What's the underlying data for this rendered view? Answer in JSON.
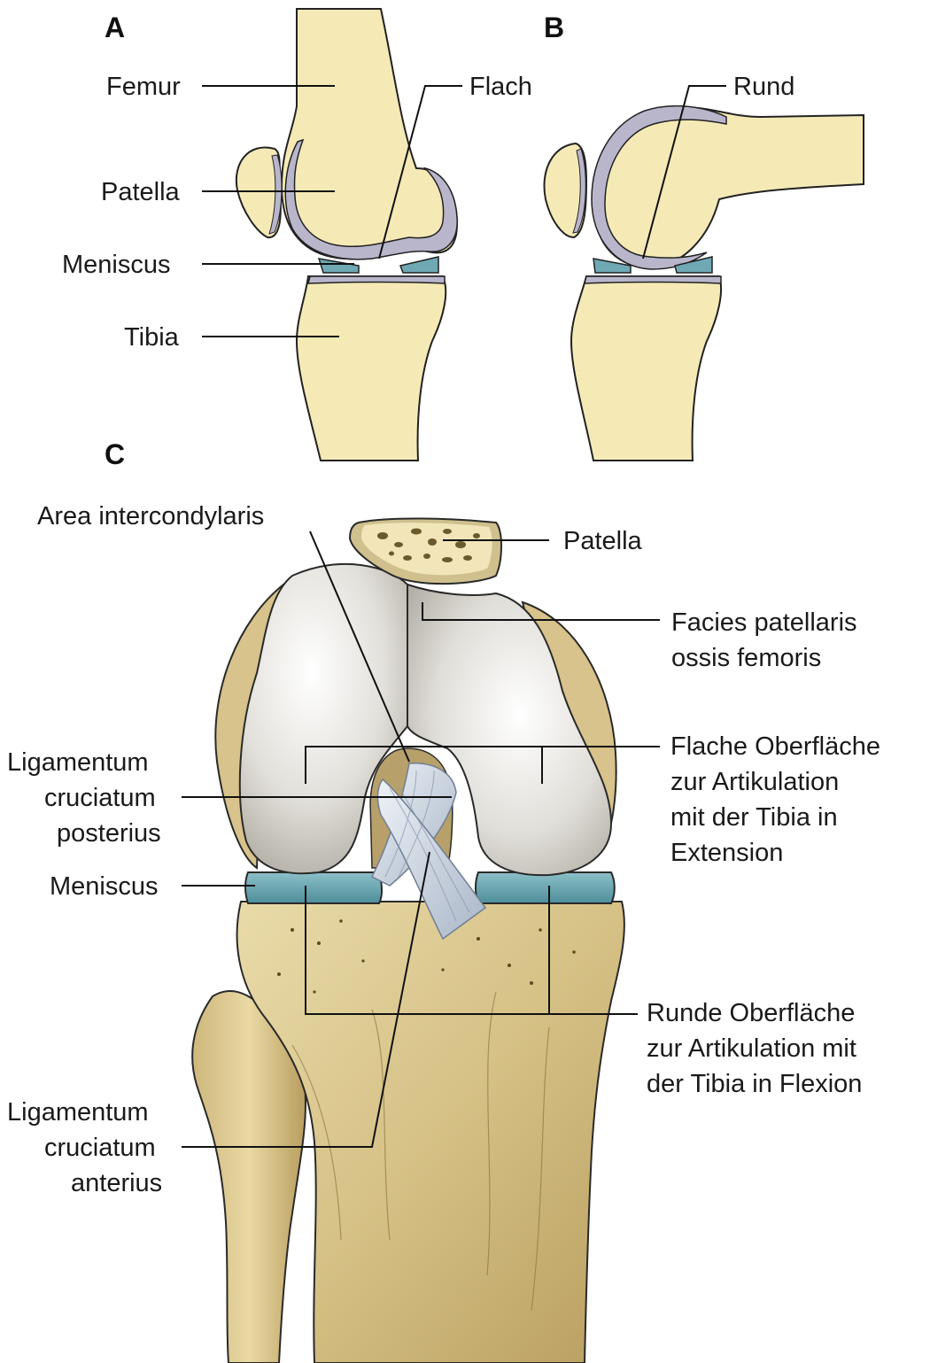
{
  "panels": {
    "a": "A",
    "b": "B",
    "c": "C"
  },
  "panel_a": {
    "femur": "Femur",
    "patella": "Patella",
    "meniscus": "Meniscus",
    "tibia": "Tibia",
    "flat": "Flach"
  },
  "panel_b": {
    "round": "Rund"
  },
  "panel_c": {
    "area_intercondylaris": "Area intercondylaris",
    "patella": "Patella",
    "facies": [
      "Facies patellaris",
      "ossis femoris"
    ],
    "lig_posterius": [
      "Ligamentum",
      "cruciatum",
      "posterius"
    ],
    "flat_surface": [
      "Flache Oberfläche",
      "zur Artikulation",
      "mit der Tibia in",
      "Extension"
    ],
    "meniscus": "Meniscus",
    "round_surface": [
      "Runde Oberfläche",
      "zur Artikulation mit",
      "der Tibia in Flexion"
    ],
    "lig_anterius": [
      "Ligamentum",
      "cruciatum",
      "anterius"
    ]
  },
  "colors": {
    "bone": "#f5eab6",
    "bone_outline": "#222222",
    "cartilage": "#b9b6cc",
    "meniscus": "#6fa9b4",
    "femur_condyle": "#e4e2dc",
    "tibia_3d": "#ddc994",
    "ligament": "#c9d2de"
  }
}
